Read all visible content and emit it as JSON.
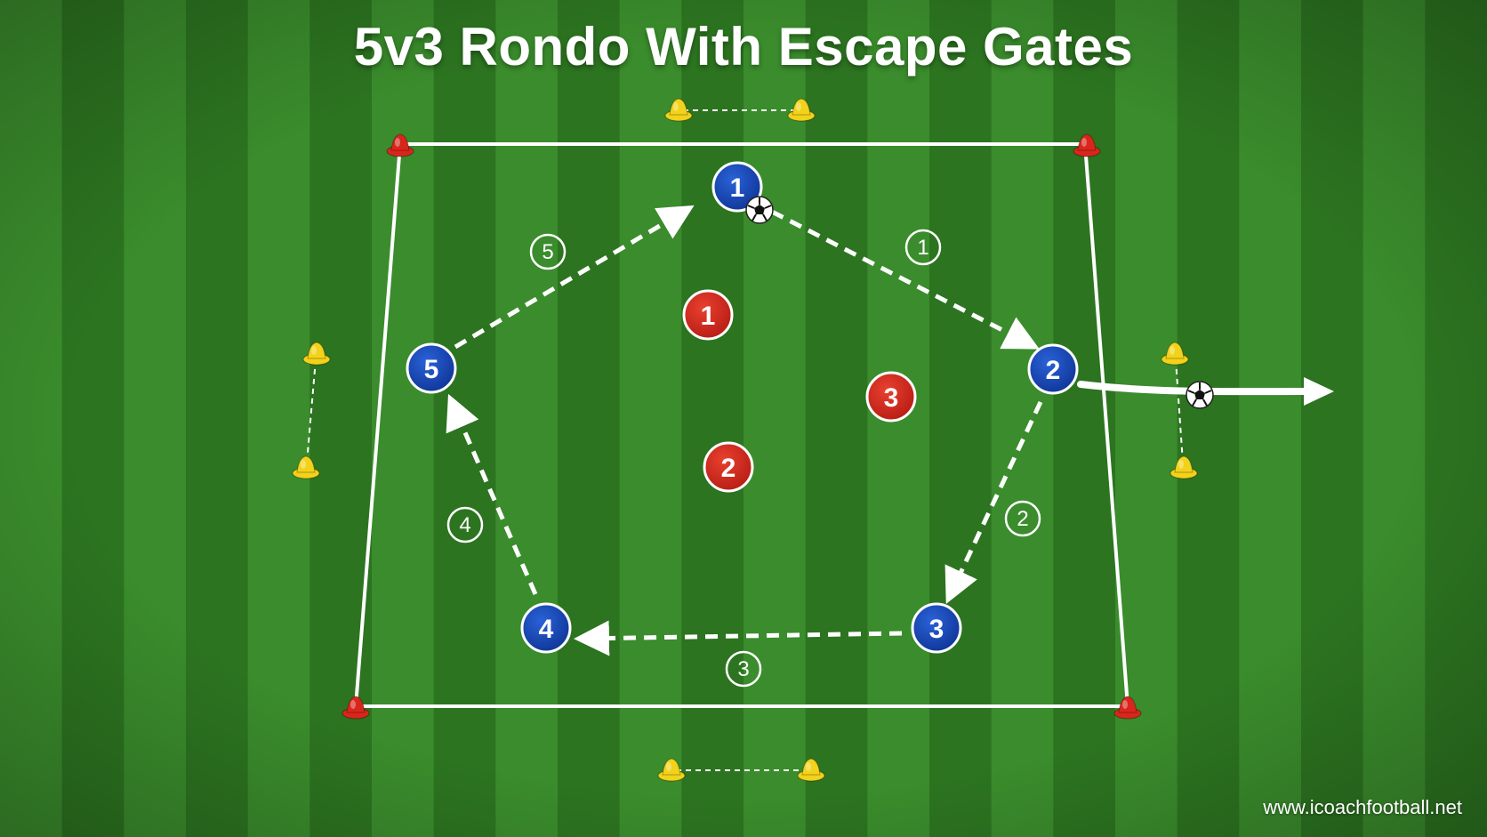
{
  "title": "5v3 Rondo With Escape Gates",
  "watermark": "www.icoachfootball.net",
  "colors": {
    "grass_light": "#3a8c2c",
    "grass_dark": "#2c7420",
    "blue_team": "#1646b8",
    "red_team": "#d12a1f",
    "cone_red": "#d9261c",
    "cone_yellow": "#f2d21a",
    "line": "#ffffff"
  },
  "blue_players": [
    {
      "label": "1"
    },
    {
      "label": "2"
    },
    {
      "label": "3"
    },
    {
      "label": "4"
    },
    {
      "label": "5"
    }
  ],
  "red_players": [
    {
      "label": "1"
    },
    {
      "label": "2"
    },
    {
      "label": "3"
    }
  ],
  "pass_sequence": [
    {
      "label": "1",
      "from": "blue-1",
      "to": "blue-2"
    },
    {
      "label": "2",
      "from": "blue-2",
      "to": "blue-3"
    },
    {
      "label": "3",
      "from": "blue-3",
      "to": "blue-4"
    },
    {
      "label": "4",
      "from": "blue-4",
      "to": "blue-5"
    },
    {
      "label": "5",
      "from": "blue-5",
      "to": "blue-1"
    }
  ],
  "ball_icon": "soccer-ball-icon",
  "cone_icon": "cone-icon"
}
